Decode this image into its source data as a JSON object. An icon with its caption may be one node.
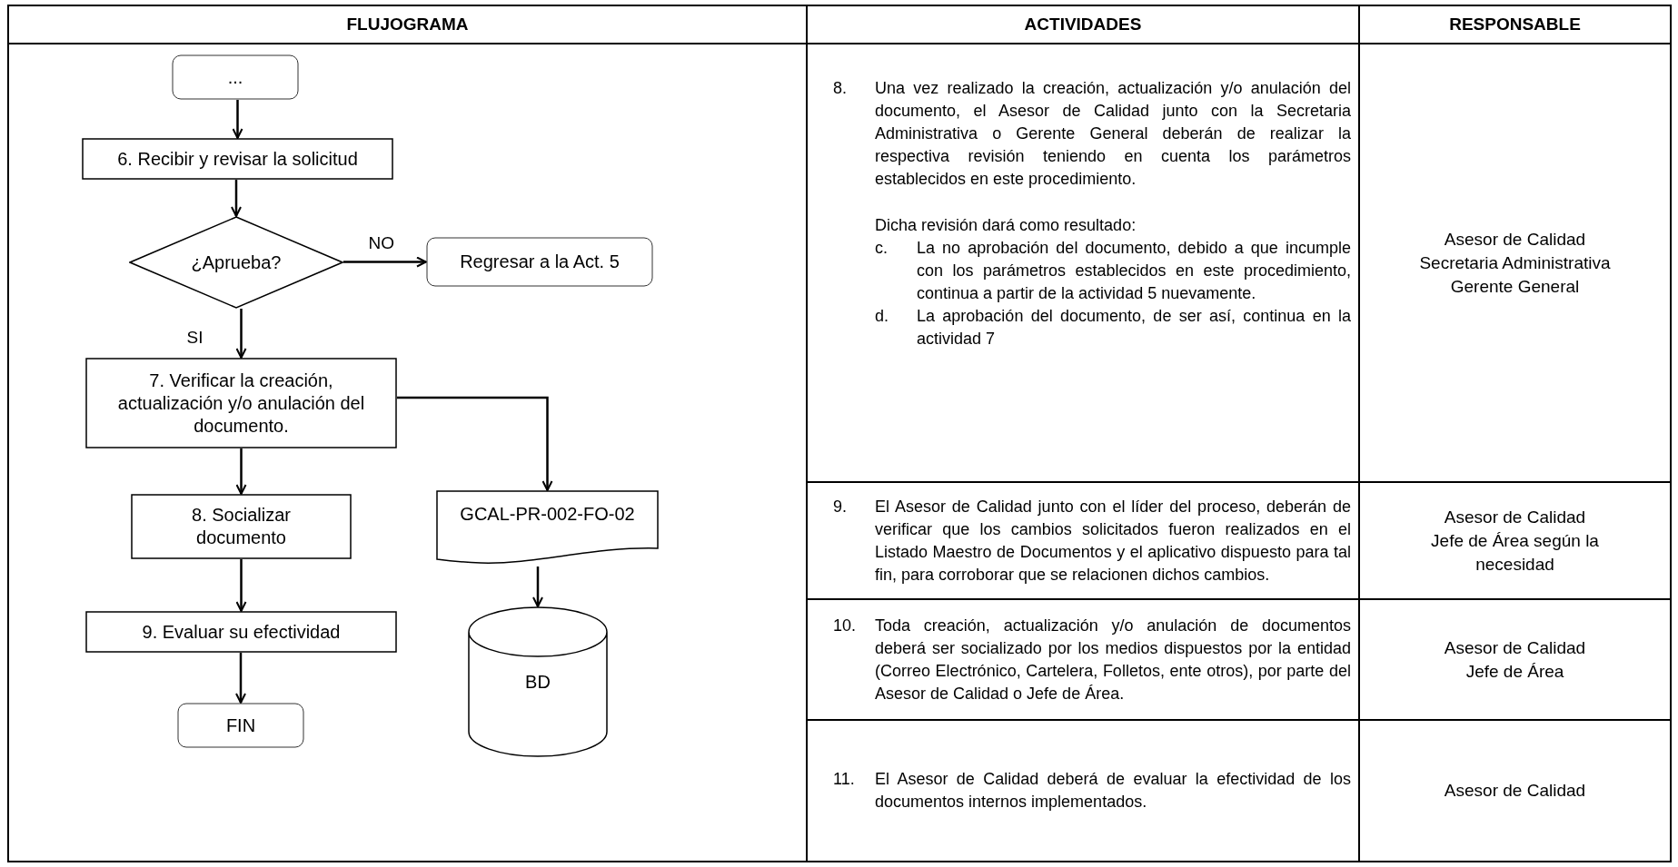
{
  "diagram": {
    "nodes": [
      {
        "text": [
          "..."
        ]
      },
      {
        "text": [
          "6. Recibir y revisar la solicitud"
        ]
      },
      {
        "text": [
          "¿Aprueba?"
        ]
      },
      {
        "text": [
          "Regresar a la Act. 5"
        ]
      },
      {
        "text": [
          "7. Verificar la creación, actualización y/o anulación del documento."
        ]
      },
      {
        "text": [
          "8. Socializar documento"
        ]
      },
      {
        "text": [
          "9. Evaluar su efectividad"
        ]
      },
      {
        "text": [
          "FIN"
        ]
      },
      {
        "text": [
          "GCAL-PR-002-FO-02"
        ]
      },
      {
        "text": [
          "BD"
        ]
      }
    ],
    "edges": [
      {
        "from": 0,
        "to": 1,
        "arrow": "to"
      },
      {
        "from": 1,
        "to": 2,
        "arrow": "to"
      },
      {
        "from": 2,
        "to": 3,
        "arrow": "to",
        "label": "NO"
      },
      {
        "from": 2,
        "to": 4,
        "arrow": "to",
        "label": "SI"
      },
      {
        "from": 4,
        "to": 5,
        "arrow": "to"
      },
      {
        "from": 5,
        "to": 6,
        "arrow": "to"
      },
      {
        "from": 6,
        "to": 7,
        "arrow": "to"
      },
      {
        "from": 4,
        "to": 8,
        "arrow": "to"
      },
      {
        "from": 8,
        "to": 9,
        "arrow": "to"
      }
    ],
    "labels": [
      "FLUJOGRAMA",
      "ACTIVIDADES",
      "RESPONSABLE",
      "8.",
      "Una vez realizado la creación, actualización y/o anulación del documento, el Asesor de Calidad junto con la Secretaria Administrativa o Gerente General deberán de realizar la respectiva revisión teniendo en cuenta los parámetros establecidos en este procedimiento.",
      "Dicha revisión dará como resultado:",
      "c.",
      "La no aprobación del documento, debido a que incumple con los parámetros establecidos en este procedimiento, continua a partir de la actividad 5 nuevamente.",
      "d.",
      "La aprobación del documento, de ser así, continua en la actividad 7",
      "Asesor de Calidad",
      "Secretaria Administrativa",
      "Gerente General",
      "9.",
      "El Asesor de Calidad junto con el líder del proceso, deberán de verificar que los cambios solicitados fueron realizados en el Listado Maestro de Documentos y el aplicativo dispuesto para tal fin, para corroborar que se relacionen dichos cambios.",
      "Asesor de Calidad",
      "Jefe de Área según la necesidad",
      "10.",
      "Toda creación, actualización y/o anulación de documentos deberá ser socializado por los medios dispuestos por la entidad (Correo Electrónico, Cartelera, Folletos, ente otros), por parte del Asesor de Calidad o Jefe de Área.",
      "Asesor de Calidad",
      "Jefe de Área",
      "11.",
      "El Asesor de Calidad deberá de evaluar la efectividad de los documentos internos implementados.",
      "Asesor de Calidad"
    ]
  }
}
